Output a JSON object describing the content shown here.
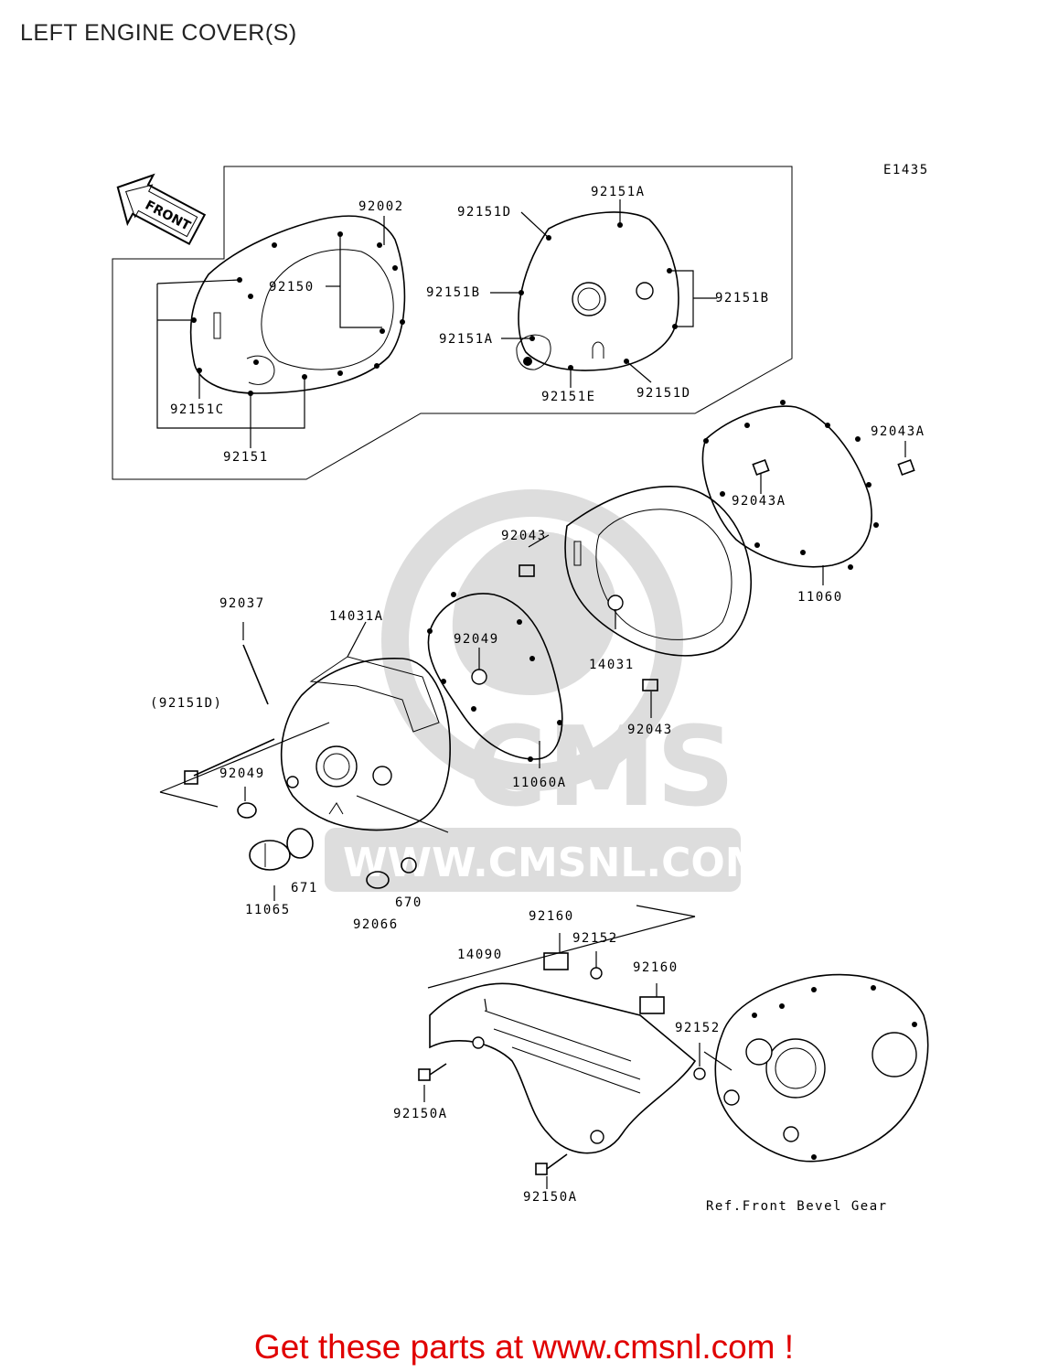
{
  "title": "LEFT ENGINE COVER(S)",
  "diagram_code": "E1435",
  "front_arrow_label": "FRONT",
  "watermark": {
    "text": "CMS",
    "url": "WWW.CMSNL.COM"
  },
  "labels": {
    "p92002": "92002",
    "p92150": "92150",
    "p92151C": "92151C",
    "p92151": "92151",
    "p92151A_top": "92151A",
    "p92151D_top": "92151D",
    "p92151B_left": "92151B",
    "p92151B_right": "92151B",
    "p92151A_mid": "92151A",
    "p92151E": "92151E",
    "p92151D_bottom": "92151D",
    "p92043A_right": "92043A",
    "p92043A_mid": "92043A",
    "p92043_top": "92043",
    "p11060": "11060",
    "p92037": "92037",
    "p14031A": "14031A",
    "p92049_gasket": "92049",
    "p14031": "14031",
    "p92043_bottom": "92043",
    "p92151D_paren": "(92151D)",
    "p92049_left": "92049",
    "p11060A": "11060A",
    "p671": "671",
    "p11065": "11065",
    "p670": "670",
    "p92066": "92066",
    "p92160_top": "92160",
    "p92152_top": "92152",
    "p14090": "14090",
    "p92160_mid": "92160",
    "p92152_right": "92152",
    "p92150A_upper": "92150A",
    "p92150A_lower": "92150A",
    "ref_front_bevel": "Ref.Front Bevel Gear"
  },
  "cta": "Get these parts at www.cmsnl.com !"
}
